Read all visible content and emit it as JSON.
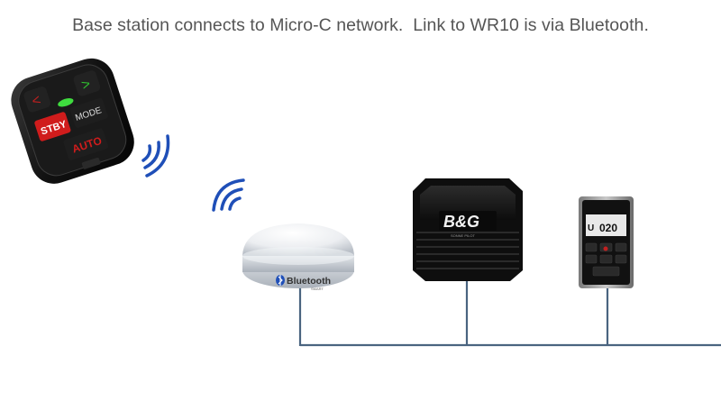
{
  "caption": "Base station connects to Micro-C network.  Link to WR10 is via Bluetooth.",
  "remote": {
    "mode_label": "MODE",
    "stby_label": "STBY",
    "auto_label": "AUTO",
    "left_arrow": "<",
    "right_arrow": ">"
  },
  "base_station": {
    "brand": "Bluetooth",
    "sub": "SMART"
  },
  "autopilot_computer": {
    "logo": "B&G",
    "model": "SONNE PILOT"
  },
  "controller": {
    "display_value": "020",
    "display_left": "U"
  },
  "colors": {
    "network_line": "#4a6480",
    "signal": "#1f4fb8",
    "caption_text": "#555555",
    "stby_button": "#d01c1c",
    "led_green": "#3fdc3f"
  },
  "icons": {
    "remote_signal": "wireless-signal-icon",
    "base_signal": "wireless-signal-icon",
    "bluetooth": "bluetooth-icon"
  }
}
